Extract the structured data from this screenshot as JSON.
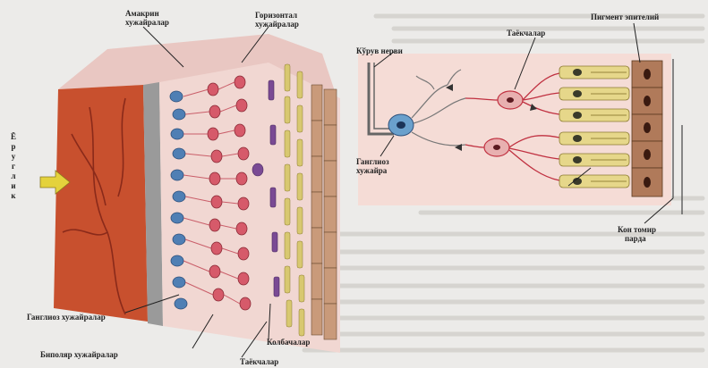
{
  "labels": {
    "amacrine": [
      "Амакрин",
      "хужайралар"
    ],
    "horizontal": [
      "Горизонтал",
      "хужайралар"
    ],
    "ganglion_left": "Ганглиоз хужайралар",
    "bipolar": "Биполяр хужайралар",
    "rods_bottom": "Таёкчалар",
    "cones": "Колбачалар",
    "light": [
      "Ё",
      "р",
      "у",
      "г",
      "л",
      "и",
      "к"
    ],
    "optic_nerve": "Кўрув нерви",
    "ganglion_right": [
      "Ганглиоз",
      "хужайра"
    ],
    "rods_top": "Таёкчалар",
    "pigment": "Пигмент эпителий",
    "choroid": [
      "Кон томир",
      "парда"
    ]
  },
  "colors": {
    "vessel_layer": "#c8502e",
    "bipolar": "#d65a6a",
    "ganglion": "#4f7fb4",
    "rods": "#d8c870",
    "cones": "#7a4a94",
    "pigment": "#b07a5a",
    "arrow": "#e4d23c"
  }
}
